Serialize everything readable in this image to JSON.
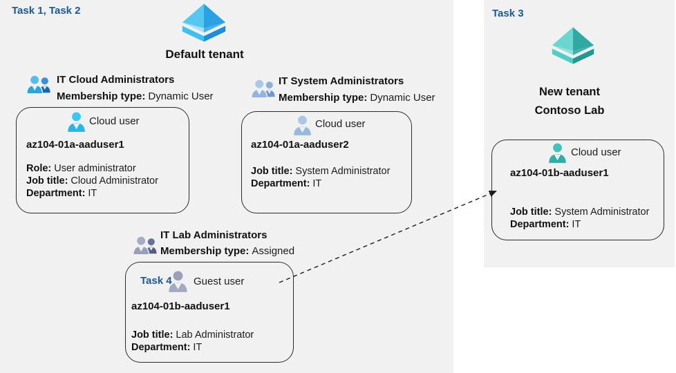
{
  "left": {
    "task_label": "Task 1, Task 2",
    "tenant_name": "Default tenant",
    "groups": [
      {
        "title": "IT Cloud Administrators",
        "membership_label": "Membership type:",
        "membership_value": "Dynamic User"
      },
      {
        "title": "IT System Administrators",
        "membership_label": "Membership type:",
        "membership_value": "Dynamic User"
      },
      {
        "title": "IT Lab Administrators",
        "membership_label": "Membership type:",
        "membership_value": "Assigned"
      }
    ],
    "cards": [
      {
        "header": "Cloud user",
        "name": "az104-01a-aaduser1",
        "fields": [
          {
            "label": "Role:",
            "value": "User administrator"
          },
          {
            "label": "Job title:",
            "value": "Cloud Administrator"
          },
          {
            "label": "Department:",
            "value": "IT"
          }
        ]
      },
      {
        "header": "Cloud user",
        "name": "az104-01a-aaduser2",
        "fields": [
          {
            "label": "Job title:",
            "value": "System Administrator"
          },
          {
            "label": "Department:",
            "value": "IT"
          }
        ]
      },
      {
        "task_label": "Task 4",
        "header": "Guest user",
        "name": "az104-01b-aaduser1",
        "fields": [
          {
            "label": "Job title:",
            "value": "Lab Administrator"
          },
          {
            "label": "Department:",
            "value": "IT"
          }
        ]
      }
    ]
  },
  "right": {
    "task_label": "Task 3",
    "tenant_name_line1": "New tenant",
    "tenant_name_line2": "Contoso Lab",
    "card": {
      "header": "Cloud user",
      "name": "az104-01b-aaduser1",
      "fields": [
        {
          "label": "Job title:",
          "value": "System Administrator"
        },
        {
          "label": "Department:",
          "value": "IT"
        }
      ]
    }
  },
  "icons": {
    "default_tenant": "azure-tenant-diamond-icon",
    "new_tenant": "azure-tenant-diamond-icon-teal",
    "group": "two-users-group-icon",
    "cloud_user": "person-icon",
    "guest_user": "person-icon",
    "link": "dashed-arrow"
  },
  "colors": {
    "task_label": "#19589b",
    "text": "#1c1c1c",
    "panel_bg": "#f1f1f2",
    "card_border": "#2a2a2a",
    "arrow": "#1c1c1c",
    "tenant_blue": {
      "top_left": "#55c8f2",
      "top_right": "#2aa0e5",
      "low_left": "#a6e0f8",
      "low_right": "#47b2ea",
      "base_left": "#3fc0f2",
      "base_right": "#1c8fdc"
    },
    "tenant_teal": {
      "top_left": "#69d6cf",
      "top_right": "#2fa9a1",
      "low_left": "#8fe2dc",
      "low_right": "#3db3ab",
      "base_left": "#4fcec7",
      "base_right": "#209a91"
    },
    "group1": {
      "front_head": "#56bdeb",
      "front_body": "#2ba4de",
      "back_head": "#3c8fd8",
      "back_body": "#1763b8"
    },
    "group2": {
      "front_head": "#aac8e8",
      "front_body": "#94b6dd",
      "back_head": "#8fb0da",
      "back_body": "#7299cc"
    },
    "group3": {
      "front_head": "#a6acc1",
      "front_body": "#989fb8",
      "back_head": "#6a7199",
      "back_body": "#565e88"
    },
    "user1": {
      "head": "#3cc7ee",
      "body": "#22b9e7"
    },
    "user2": {
      "head": "#a9c8e8",
      "body": "#97b9de"
    },
    "guest": {
      "head": "#9aa0b7",
      "body": "#a3a9bf"
    },
    "user_teal": {
      "head": "#45c0ba",
      "body": "#2fafa8"
    }
  }
}
